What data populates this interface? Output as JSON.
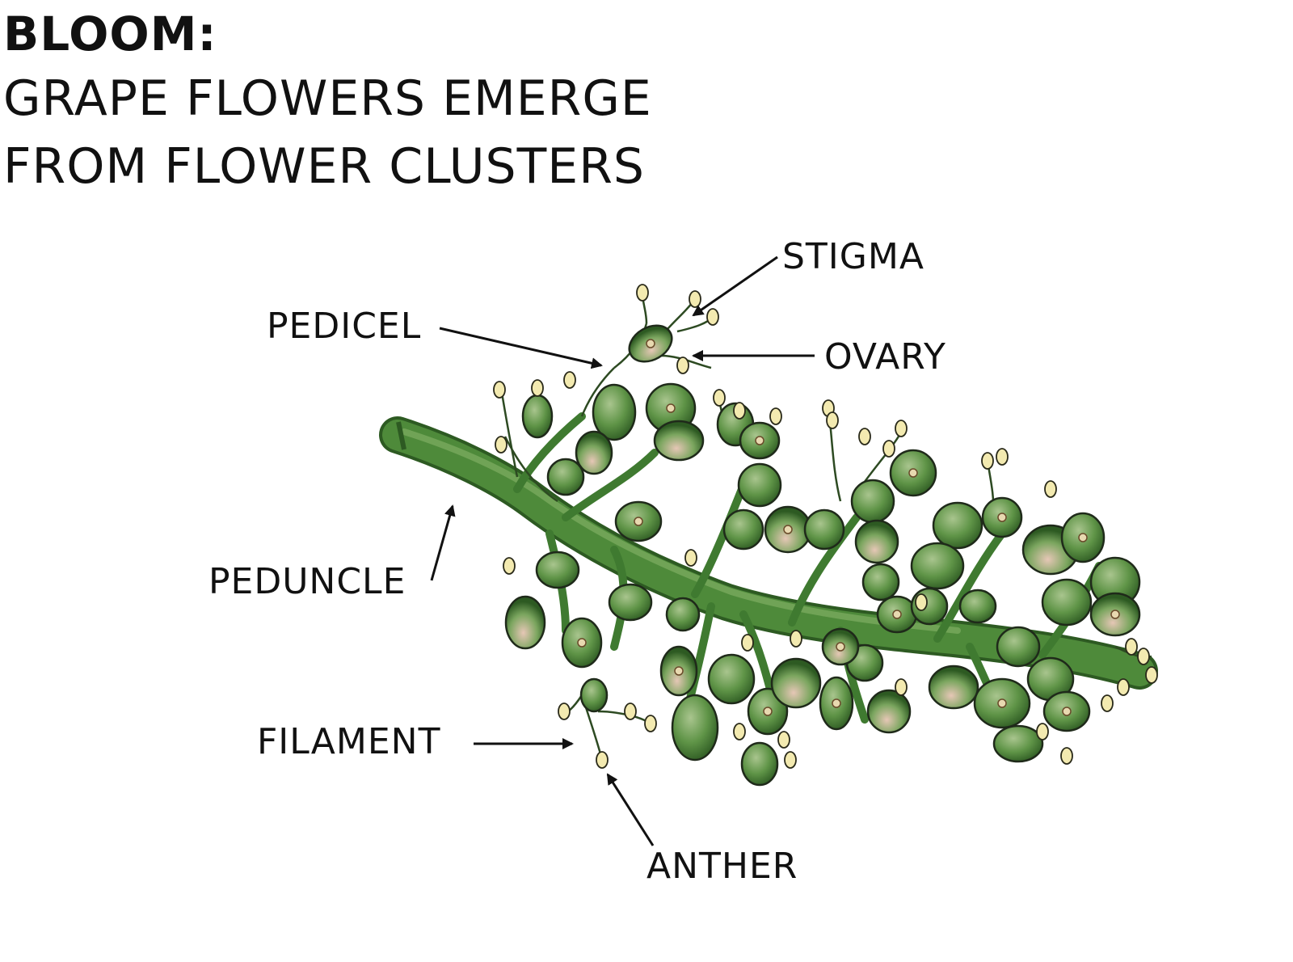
{
  "title": {
    "heading": "BLOOM:",
    "line1": "GRAPE FLOWERS EMERGE",
    "line2": "FROM FLOWER CLUSTERS"
  },
  "labels": {
    "stigma": "STIGMA",
    "pedicel": "PEDICEL",
    "ovary": "OVARY",
    "peduncle": "PEDUNCLE",
    "filament": "FILAMENT",
    "anther": "ANTHER"
  },
  "colors": {
    "stem": "#4e8a3a",
    "stem_dark": "#2d5a22",
    "bud": "#5f9447",
    "bud_light": "#a9c58e",
    "anther": "#f3eab0",
    "blush": "#d9a89a",
    "outline": "#1f2a1a"
  }
}
